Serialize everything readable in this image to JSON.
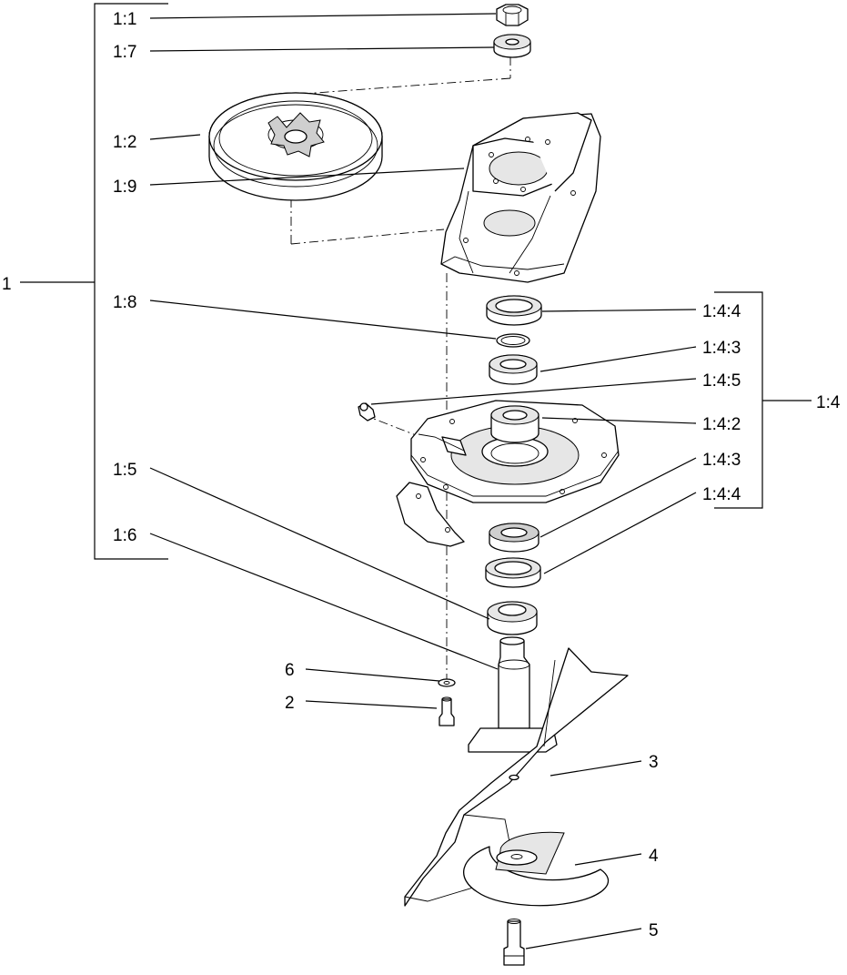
{
  "labels": {
    "item_1": "1",
    "item_1_1": "1:1",
    "item_1_7": "1:7",
    "item_1_2": "1:2",
    "item_1_9": "1:9",
    "item_1_8": "1:8",
    "item_1_5": "1:5",
    "item_1_6": "1:6",
    "item_1_4": "1:4",
    "item_1_4_4_top": "1:4:4",
    "item_1_4_3_top": "1:4:3",
    "item_1_4_5": "1:4:5",
    "item_1_4_2": "1:4:2",
    "item_1_4_3_bottom": "1:4:3",
    "item_1_4_4_bottom": "1:4:4",
    "item_2": "2",
    "item_3": "3",
    "item_4": "4",
    "item_5": "5",
    "item_6": "6"
  }
}
